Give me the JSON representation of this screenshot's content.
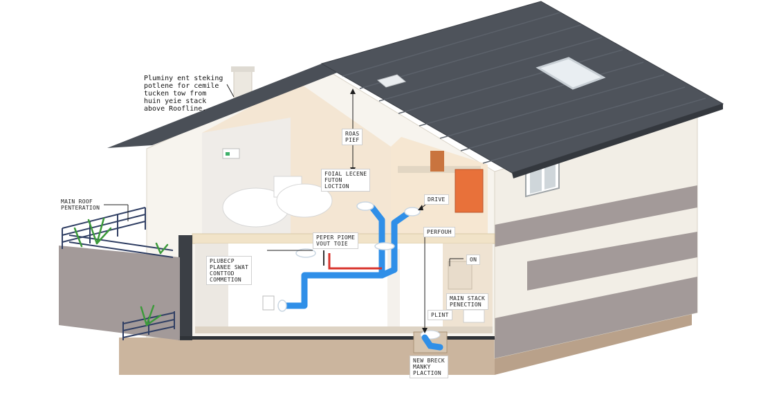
{
  "labels": {
    "top_note": "Pluminy ent steking\npotlene for cemile\ntucken tow from\nhuin yeie stack\nabove Roofline.",
    "main_roof": "MAIN ROOF\nPENTERATION",
    "vent_top": "ROAS\nPIEF",
    "bath_fixture": "FOIAL LECENE\nFUTON\nLOCTION",
    "drive": "DRIVE",
    "upper_mid": "PERFOUH",
    "vent_tree": "PEPER PIOME\nVOUT TOIE",
    "drain_conn": "PLUBECP\nPLANEE SWAT\nCONTTOD\nCOMMETION",
    "on": "ON",
    "main_stack": "MAIN STACK\nPENECTION",
    "plint": "PLINT",
    "sewer": "NEW BRECK\nMANKY\nPLACTION"
  },
  "colors": {
    "roof": "#4a4f57",
    "pipe": "#2f8fe8",
    "hot_pipe": "#d8322b",
    "wall": "#f6f2ea",
    "stripe": "#a39a99",
    "foundation": "#cbb59e"
  }
}
